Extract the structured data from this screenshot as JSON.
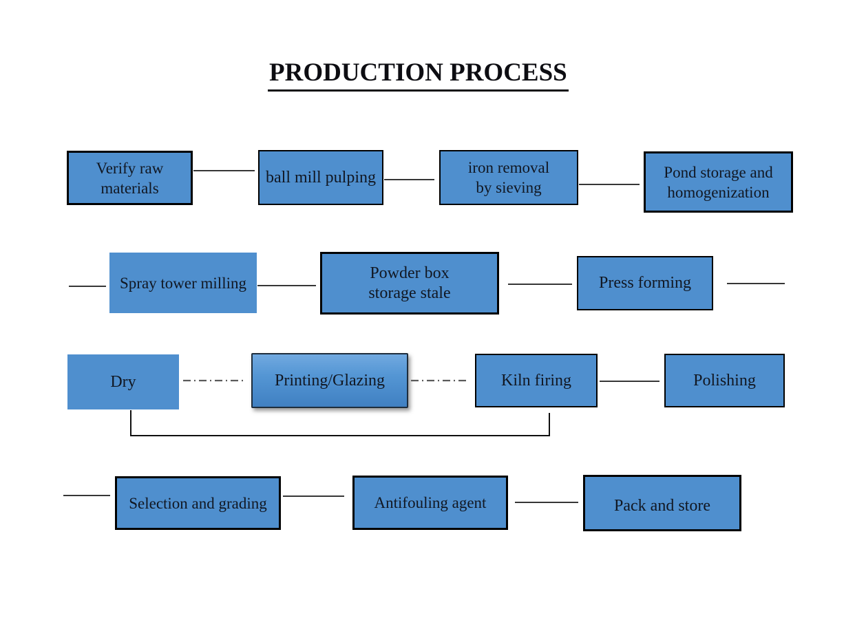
{
  "title": {
    "text": "PRODUCTION PROCESS"
  },
  "colors": {
    "node_fill": "#4f8fce",
    "node_border": "#000000",
    "arrow": "#1a1a1a",
    "dash_dot_arrow": "#5a5a5a",
    "text": "#111722",
    "printing_glazing_gradient_top": "#71a9e0",
    "printing_glazing_gradient_bottom": "#4080c2"
  },
  "diagram": {
    "nodes": [
      {
        "id": "verify-raw-materials",
        "label": "Verify raw\nmaterials"
      },
      {
        "id": "ball-mill-pulping",
        "label": "ball mill pulping"
      },
      {
        "id": "iron-removal-by-sieving",
        "label": "iron removal\nby sieving"
      },
      {
        "id": "pond-storage-homogenization",
        "label": "Pond storage and\nhomogenization"
      },
      {
        "id": "spray-tower-milling",
        "label": "Spray tower milling"
      },
      {
        "id": "powder-box-storage-stale",
        "label": "Powder box\nstorage stale"
      },
      {
        "id": "press-forming",
        "label": "Press forming"
      },
      {
        "id": "dry",
        "label": "Dry"
      },
      {
        "id": "printing-glazing",
        "label": "Printing/Glazing"
      },
      {
        "id": "kiln-firing",
        "label": "Kiln firing"
      },
      {
        "id": "polishing",
        "label": "Polishing"
      },
      {
        "id": "selection-and-grading",
        "label": "Selection and grading"
      },
      {
        "id": "antifouling-agent",
        "label": "Antifouling agent"
      },
      {
        "id": "pack-and-store",
        "label": "Pack and store"
      }
    ],
    "edges": [
      {
        "from": "verify-raw-materials",
        "to": "ball-mill-pulping",
        "style": "solid"
      },
      {
        "from": "ball-mill-pulping",
        "to": "iron-removal-by-sieving",
        "style": "solid"
      },
      {
        "from": "iron-removal-by-sieving",
        "to": "pond-storage-homogenization",
        "style": "solid"
      },
      {
        "from": "row-wrap-left",
        "to": "spray-tower-milling",
        "style": "solid"
      },
      {
        "from": "spray-tower-milling",
        "to": "powder-box-storage-stale",
        "style": "solid"
      },
      {
        "from": "powder-box-storage-stale",
        "to": "press-forming",
        "style": "solid"
      },
      {
        "from": "press-forming",
        "to": "row-wrap-right",
        "style": "solid"
      },
      {
        "from": "dry",
        "to": "printing-glazing",
        "style": "dash-dot"
      },
      {
        "from": "printing-glazing",
        "to": "kiln-firing",
        "style": "dash-dot"
      },
      {
        "from": "dry",
        "to": "kiln-firing",
        "style": "solid-bypass-under"
      },
      {
        "from": "kiln-firing",
        "to": "polishing",
        "style": "solid"
      },
      {
        "from": "row-wrap-left",
        "to": "selection-and-grading",
        "style": "solid"
      },
      {
        "from": "selection-and-grading",
        "to": "antifouling-agent",
        "style": "solid"
      },
      {
        "from": "antifouling-agent",
        "to": "pack-and-store",
        "style": "solid"
      }
    ]
  }
}
